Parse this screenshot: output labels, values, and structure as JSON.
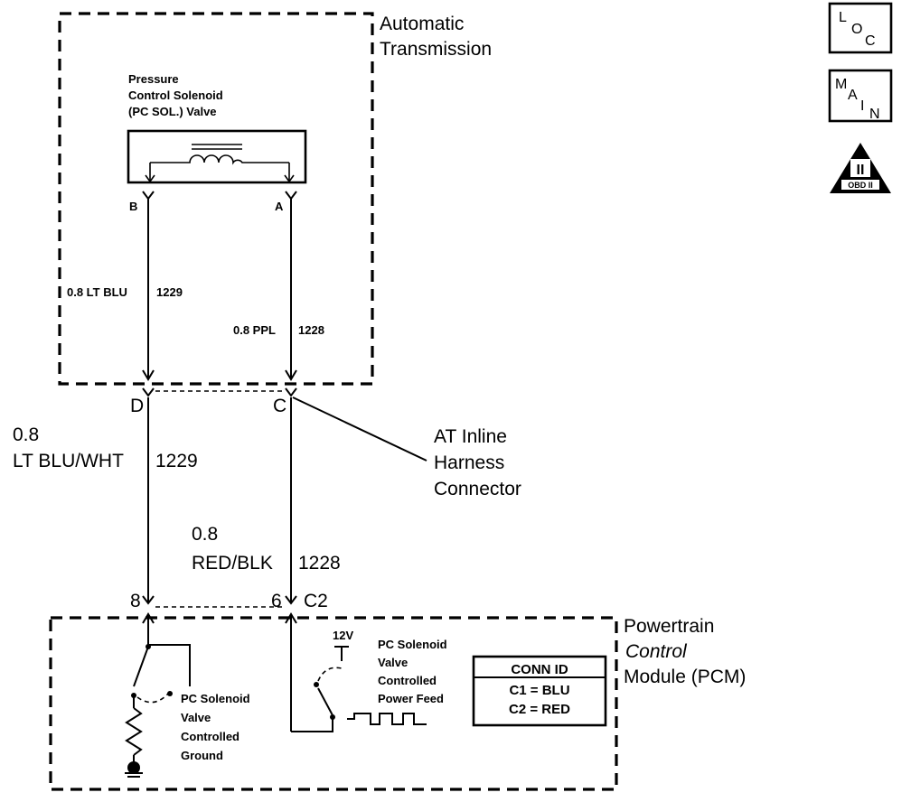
{
  "nav_icons": {
    "loc": [
      "L",
      "O",
      "C"
    ],
    "main": [
      "M",
      "A",
      "I",
      "N"
    ],
    "obd": {
      "symbol": "II",
      "label": "OBD II"
    }
  },
  "transmission": {
    "title_line1": "Automatic",
    "title_line2": "Transmission",
    "solenoid_line1": "Pressure",
    "solenoid_line2": "Control Solenoid",
    "solenoid_line3": "(PC SOL.) Valve",
    "pin_b": "B",
    "pin_a": "A",
    "wire_left": "0.8 LT BLU",
    "wire_left_circuit": "1229",
    "wire_right": "0.8 PPL",
    "wire_right_circuit": "1228"
  },
  "inline_connector": {
    "pin_d": "D",
    "pin_c": "C",
    "label_line1": "AT Inline",
    "label_line2": "Harness",
    "label_line3": "Connector"
  },
  "harness_wires": {
    "left_gauge": "0.8",
    "left_color": "LT BLU/WHT",
    "left_circuit": "1229",
    "right_gauge": "0.8",
    "right_color": "RED/BLK",
    "right_circuit": "1228"
  },
  "pcm": {
    "pin_left": "8",
    "pin_right": "6",
    "connector": "C2",
    "title_line1": "Powertrain",
    "title_line2": "Control",
    "title_line3": "Module (PCM)",
    "voltage": "12V",
    "feed_line1": "PC Solenoid",
    "feed_line2": "Valve",
    "feed_line3": "Controlled",
    "feed_line4": "Power Feed",
    "ground_line1": "PC Solenoid",
    "ground_line2": "Valve",
    "ground_line3": "Controlled",
    "ground_line4": "Ground",
    "conn_id_title": "CONN ID",
    "conn_id_row1": "C1 = BLU",
    "conn_id_row2": "C2 = RED"
  }
}
